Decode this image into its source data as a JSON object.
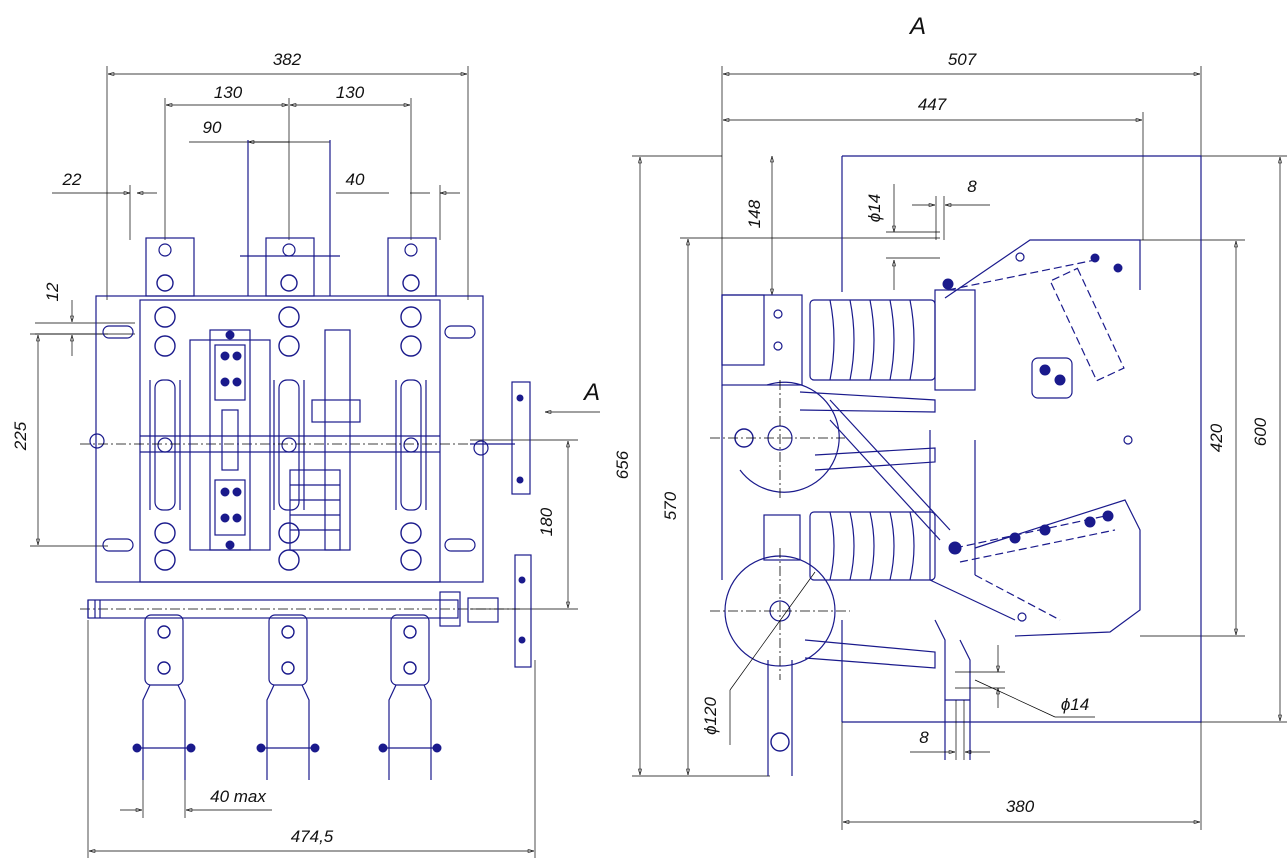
{
  "view_label": "A",
  "section_arrow_label": "A",
  "front_view": {
    "dims": {
      "width_total": "382",
      "pitch_left": "130",
      "pitch_right": "130",
      "offset_90": "90",
      "offset_22": "22",
      "offset_40": "40",
      "slot_12": "12",
      "height_225": "225",
      "height_180": "180",
      "max_40": "40 max",
      "overall_474": "474,5"
    }
  },
  "side_view": {
    "dims": {
      "width_507": "507",
      "width_447": "447",
      "height_148": "148",
      "hole_d14_top": "ϕ14",
      "gap_8_top": "8",
      "height_656": "656",
      "height_570": "570",
      "height_420": "420",
      "height_600": "600",
      "diameter_120": "ϕ120",
      "hole_d14_bottom": "ϕ14",
      "gap_8_bottom": "8",
      "width_380": "380"
    }
  }
}
